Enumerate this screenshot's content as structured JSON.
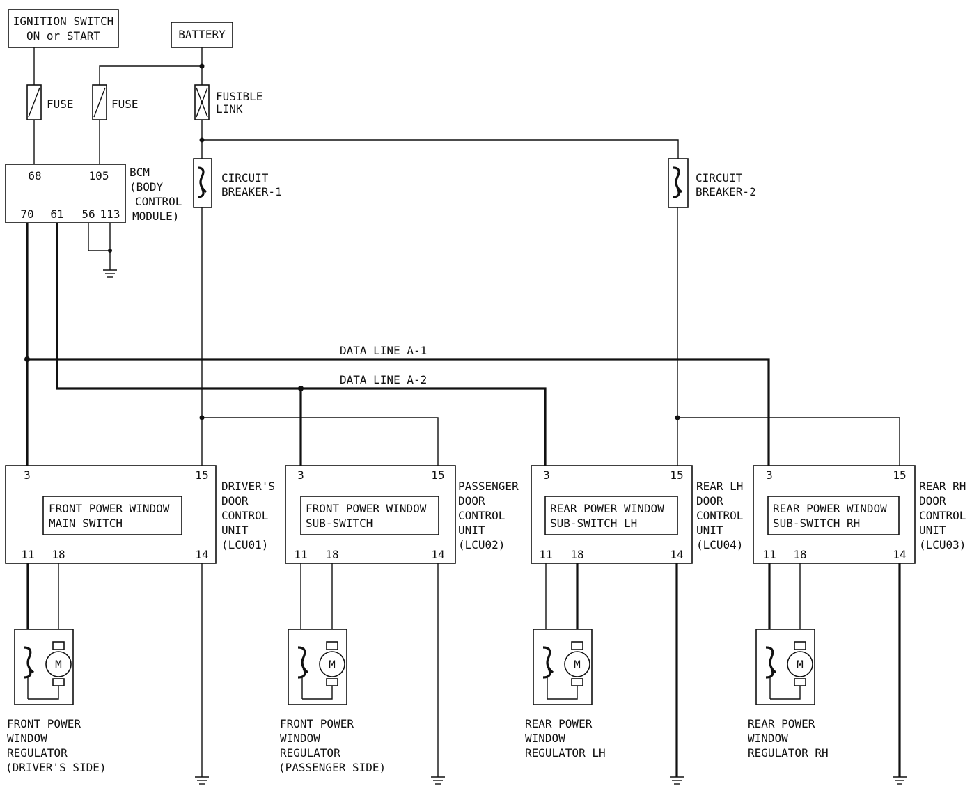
{
  "ignition": {
    "line1": "IGNITION SWITCH",
    "line2": "ON or START"
  },
  "battery": {
    "label": "BATTERY"
  },
  "fuse1": {
    "label": "FUSE"
  },
  "fuse2": {
    "label": "FUSE"
  },
  "fusible_link": {
    "line1": "FUSIBLE",
    "line2": "LINK"
  },
  "cb1": {
    "line1": "CIRCUIT",
    "line2": "BREAKER-1"
  },
  "cb2": {
    "line1": "CIRCUIT",
    "line2": "BREAKER-2"
  },
  "bcm": {
    "line1": "BCM",
    "line2": "(BODY",
    "line3": "CONTROL",
    "line4": "MODULE)",
    "pin_68": "68",
    "pin_105": "105",
    "pin_70": "70",
    "pin_61": "61",
    "pin_56": "56",
    "pin_113": "113"
  },
  "data_line_a1": "DATA LINE A-1",
  "data_line_a2": "DATA LINE A-2",
  "lcu01": {
    "pin_3": "3",
    "pin_15": "15",
    "pin_11": "11",
    "pin_18": "18",
    "pin_14": "14",
    "switch_line1": "FRONT POWER WINDOW",
    "switch_line2": "MAIN SWITCH",
    "label1": "DRIVER'S",
    "label2": "DOOR",
    "label3": "CONTROL",
    "label4": "UNIT",
    "label5": "(LCU01)"
  },
  "lcu02": {
    "pin_3": "3",
    "pin_15": "15",
    "pin_11": "11",
    "pin_18": "18",
    "pin_14": "14",
    "switch_line1": "FRONT POWER WINDOW",
    "switch_line2": "SUB-SWITCH",
    "label1": "PASSENGER",
    "label2": "DOOR",
    "label3": "CONTROL",
    "label4": "UNIT",
    "label5": "(LCU02)"
  },
  "lcu04": {
    "pin_3": "3",
    "pin_15": "15",
    "pin_11": "11",
    "pin_18": "18",
    "pin_14": "14",
    "switch_line1": "REAR POWER WINDOW",
    "switch_line2": "SUB-SWITCH LH",
    "label1": "REAR LH",
    "label2": "DOOR",
    "label3": "CONTROL",
    "label4": "UNIT",
    "label5": "(LCU04)"
  },
  "lcu03": {
    "pin_3": "3",
    "pin_15": "15",
    "pin_11": "11",
    "pin_18": "18",
    "pin_14": "14",
    "switch_line1": "REAR POWER WINDOW",
    "switch_line2": "SUB-SWITCH RH",
    "label1": "REAR RH",
    "label2": "DOOR",
    "label3": "CONTROL",
    "label4": "UNIT",
    "label5": "(LCU03)"
  },
  "motor_symbol": "M",
  "reg1": {
    "line1": "FRONT POWER",
    "line2": "WINDOW",
    "line3": "REGULATOR",
    "line4": "(DRIVER'S SIDE)",
    "motor": "M"
  },
  "reg2": {
    "line1": "FRONT POWER",
    "line2": "WINDOW",
    "line3": "REGULATOR",
    "line4": "(PASSENGER SIDE)",
    "motor": "M"
  },
  "reg3": {
    "line1": "REAR POWER",
    "line2": "WINDOW",
    "line3": "REGULATOR LH",
    "motor": "M"
  },
  "reg4": {
    "line1": "REAR POWER",
    "line2": "WINDOW",
    "line3": "REGULATOR RH",
    "motor": "M"
  }
}
